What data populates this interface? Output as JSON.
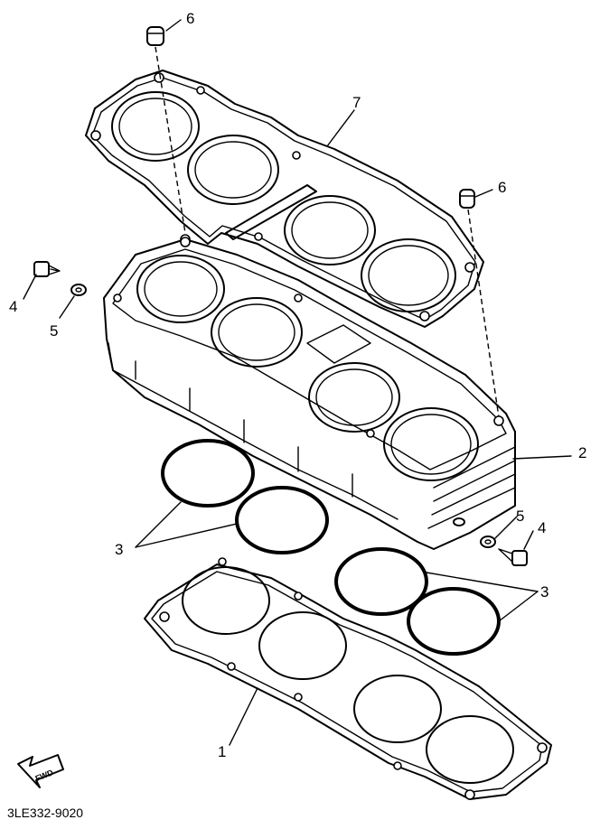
{
  "callouts": {
    "c1": "1",
    "c2": "2",
    "c3_left": "3",
    "c3_right": "3",
    "c4_left": "4",
    "c4_right": "4",
    "c5_left": "5",
    "c5_right": "5",
    "c6_top": "6",
    "c6_right": "6",
    "c7": "7"
  },
  "forward_badge": "FWD",
  "figure_code": "3LE332-9020"
}
